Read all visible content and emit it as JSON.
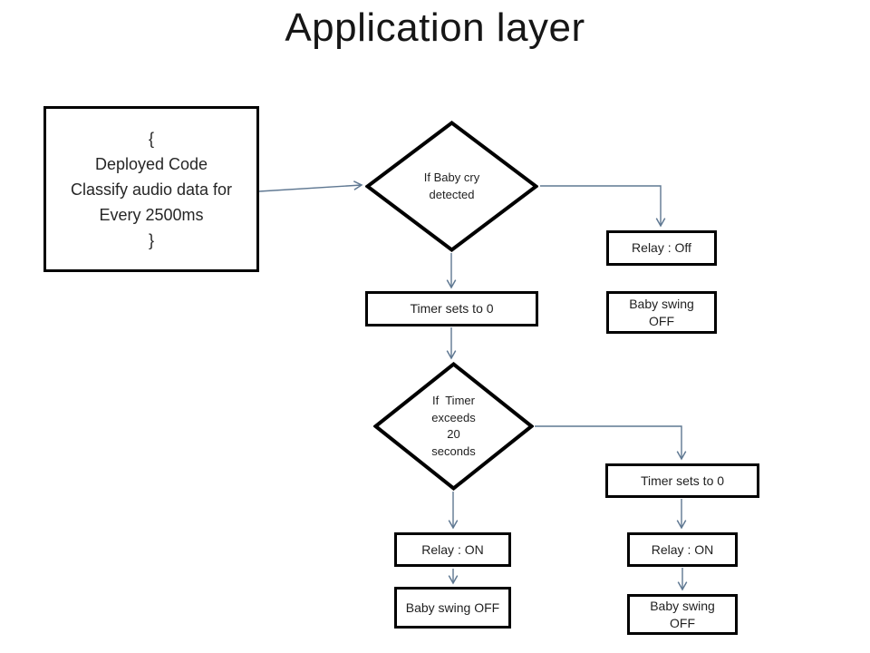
{
  "title": "Application layer",
  "colors": {
    "connector": "#5f7892",
    "shape_border": "#000000",
    "canvas_bg": "#ffffff",
    "text": "#1f1f1f"
  },
  "nodes": {
    "code_box": {
      "lines": [
        "{",
        "Deployed Code",
        "Classify audio data for",
        "Every 2500ms",
        "}"
      ]
    },
    "decision_baby_cry": {
      "lines": [
        "If Baby cry",
        "detected"
      ]
    },
    "relay_off": {
      "label": "Relay : Off"
    },
    "baby_swing_off_upper_right": {
      "lines": [
        "Baby swing",
        "OFF"
      ]
    },
    "timer_reset_left": {
      "label": "Timer sets to 0"
    },
    "decision_timer": {
      "lines": [
        "If  Timer",
        "exceeds",
        "20",
        "seconds"
      ]
    },
    "timer_reset_right": {
      "label": "Timer sets to 0"
    },
    "relay_on_left": {
      "label": "Relay : ON"
    },
    "baby_swing_off_left": {
      "label": "Baby swing OFF"
    },
    "relay_on_right": {
      "label": "Relay : ON"
    },
    "baby_swing_off_lower_right": {
      "lines": [
        "Baby swing",
        "OFF"
      ]
    }
  }
}
